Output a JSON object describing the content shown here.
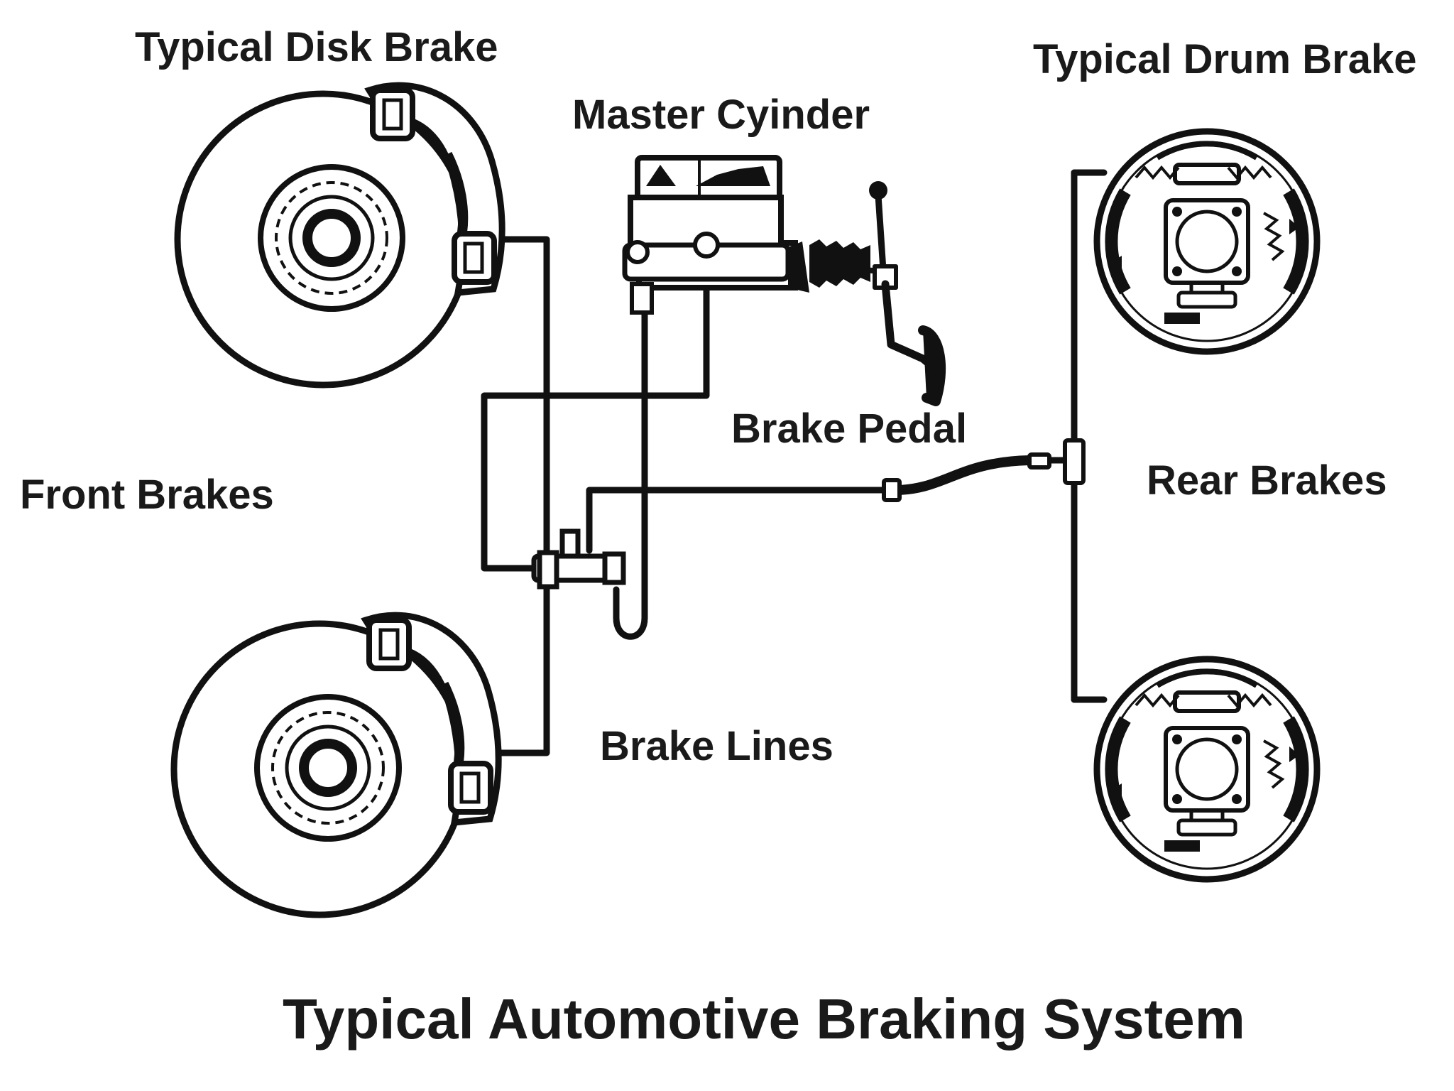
{
  "labels": {
    "disk_brake": "Typical Disk Brake",
    "drum_brake": "Typical Drum Brake",
    "master_cylinder": "Master Cyinder",
    "brake_pedal": "Brake Pedal",
    "front_brakes": "Front Brakes",
    "rear_brakes": "Rear Brakes",
    "brake_lines": "Brake Lines"
  },
  "caption": "Typical Automotive Braking System",
  "colors": {
    "ink": "#111111",
    "background": "#ffffff"
  }
}
